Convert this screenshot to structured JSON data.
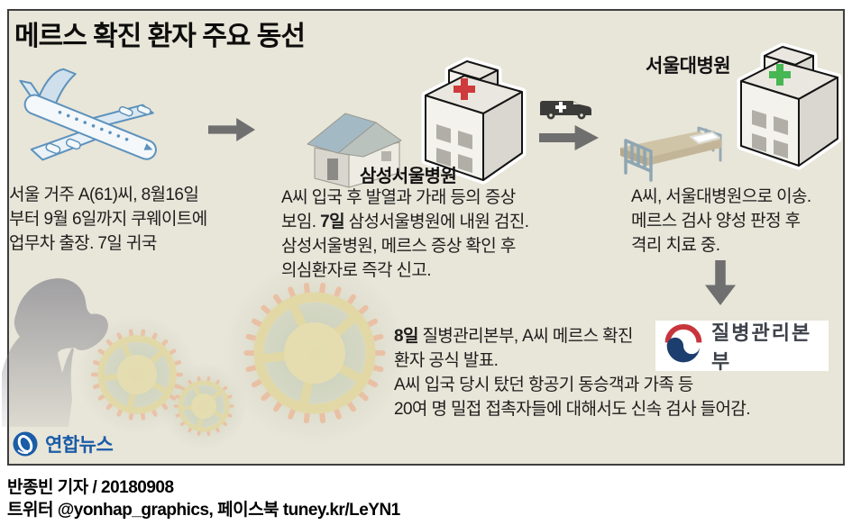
{
  "title": "메르스 확진 환자 주요 동선",
  "colors": {
    "panel_bg": "#e8e5d9",
    "panel_border": "#3f3f3f",
    "arrow_gray": "#6f6f6f",
    "ambulance_dark": "#3b3b39",
    "red_cross": "#cf3a3c",
    "green_cross": "#46b752",
    "plane_blue": "#5d92bc",
    "roof_blue": "#a3bac4",
    "virus_ring": "#e3d8a0",
    "virus_spike": "#ecbb9e",
    "kcdc_red": "#c8353c",
    "kcdc_navy": "#1c3e6e",
    "kcdc_text": "#3d4149",
    "yonhap_blue": "#1a5ca6"
  },
  "icons": {
    "airplane": "airplane-icon",
    "house": "house-icon",
    "hospital_red": "hospital-red-cross-icon",
    "hospital_green": "hospital-green-cross-icon",
    "ambulance": "ambulance-icon",
    "bed": "hospital-bed-icon",
    "arrow_right": "arrow-right-icon",
    "arrow_down": "arrow-down-icon",
    "virus": "mers-virus-icon",
    "silhouette": "coughing-person-icon",
    "kcdc_symbol": "korea-gov-taegeuk-icon",
    "yonhap_symbol": "yonhap-globe-icon"
  },
  "steps": {
    "trip": {
      "lines": [
        [
          {
            "t": "서울 거주 A(61)씨, 8월16일"
          }
        ],
        [
          {
            "t": "부터 9월 6일까지 쿠웨이트에"
          }
        ],
        [
          {
            "t": "업무차 출장. 7일 귀국"
          }
        ]
      ]
    },
    "samsung": {
      "label": "삼성서울병원",
      "lines": [
        [
          {
            "t": "A씨 입국 후 발열과 가래 등의 증상"
          }
        ],
        [
          {
            "t": "보임. "
          },
          {
            "t": "7일",
            "b": true
          },
          {
            "t": " 삼성서울병원에 내원 검진."
          }
        ],
        [
          {
            "t": "삼성서울병원, 메르스 증상 확인 후"
          }
        ],
        [
          {
            "t": "의심환자로 즉각 신고."
          }
        ]
      ]
    },
    "snuh": {
      "label": "서울대병원",
      "lines": [
        [
          {
            "t": "A씨, 서울대병원으로 이송."
          }
        ],
        [
          {
            "t": "메르스 검사 양성 판정 후"
          }
        ],
        [
          {
            "t": "격리 치료 중."
          }
        ]
      ]
    },
    "kcdc": {
      "lines": [
        [
          {
            "t": "8일",
            "b": true
          },
          {
            "t": " 질병관리본부, A씨 메르스 확진"
          }
        ],
        [
          {
            "t": "환자 공식 발표."
          }
        ],
        [
          {
            "t": "A씨 입국 당시 탔던 항공기 동승객과 가족 등"
          }
        ],
        [
          {
            "t": "20여 명 밀접 접촉자들에 대해서도 신속 검사 들어감."
          }
        ]
      ]
    }
  },
  "kcdc_logo": {
    "label": "질병관리본부"
  },
  "yonhap": {
    "label": "연합뉴스"
  },
  "credits": {
    "byline": "반종빈 기자 / 20180908",
    "social": "트위터 @yonhap_graphics, 페이스북 tuney.kr/LeYN1"
  }
}
